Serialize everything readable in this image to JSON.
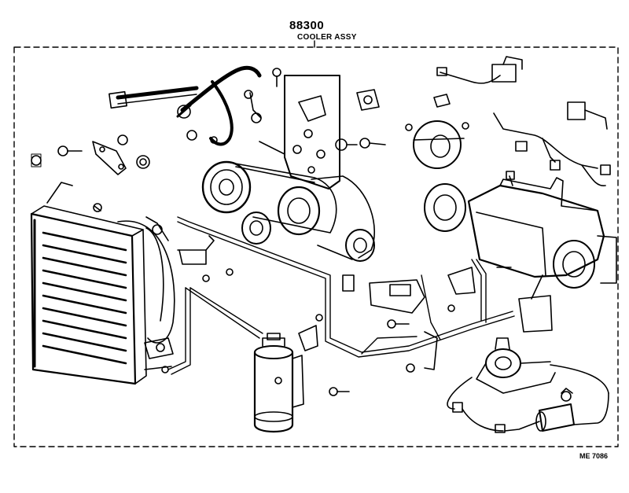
{
  "header": {
    "part_number": "88300",
    "part_name": "COOLER ASSY"
  },
  "footer": {
    "reference_code": "ME  7086"
  },
  "colors": {
    "ink": "#000000",
    "paper": "#ffffff"
  }
}
